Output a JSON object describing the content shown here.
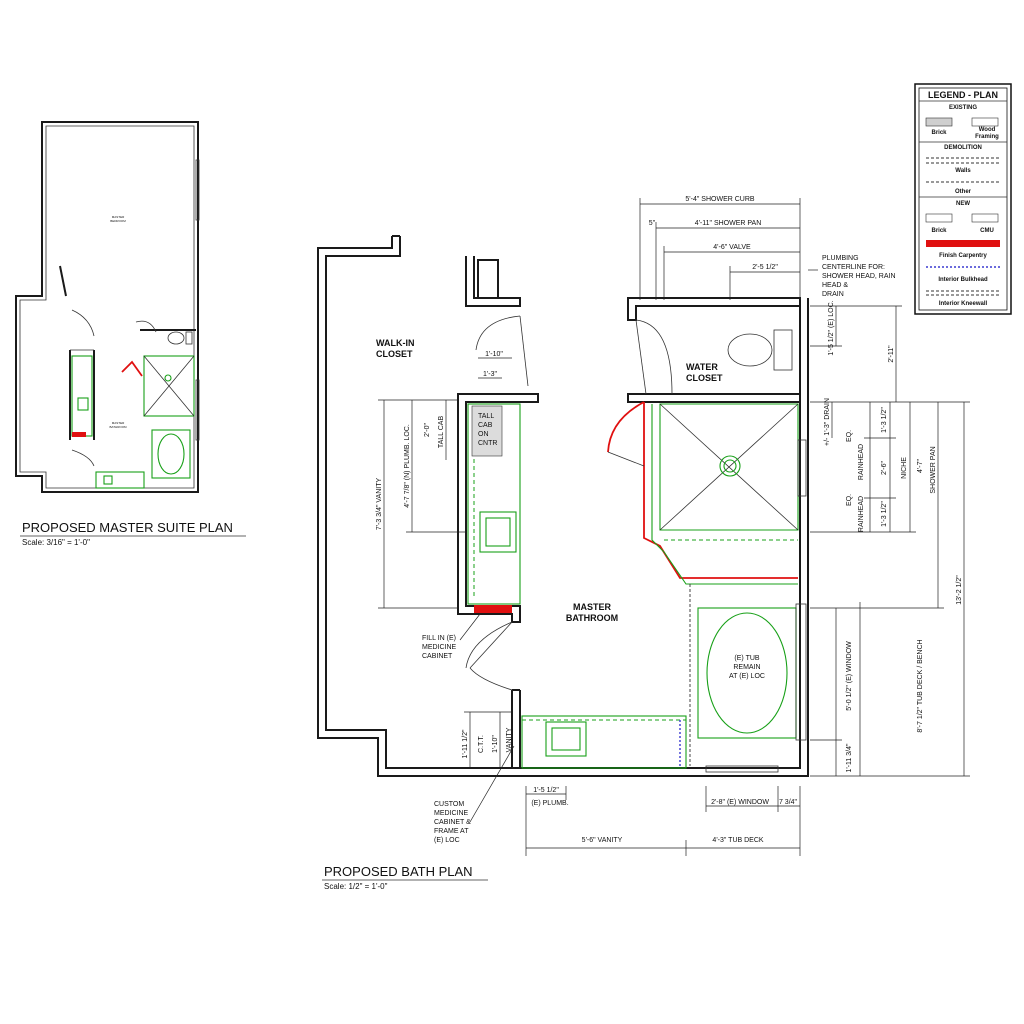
{
  "suite_plan": {
    "title": "PROPOSED MASTER SUITE PLAN",
    "scale": "Scale: 3/16\" = 1'-0\"",
    "room_master_bedroom": [
      "MASTER",
      "BEDROOM"
    ],
    "room_master_bathroom": [
      "MASTER",
      "BATHROOM"
    ]
  },
  "bath_plan": {
    "title": "PROPOSED BATH PLAN",
    "scale": "Scale: 1/2\" = 1'-0\"",
    "rooms": {
      "walk_in_closet": [
        "WALK-IN",
        "CLOSET"
      ],
      "water_closet": [
        "WATER",
        "CLOSET"
      ],
      "master_bathroom": [
        "MASTER",
        "BATHROOM"
      ]
    },
    "fixtures": {
      "tall_cab": [
        "TALL",
        "CAB",
        "ON",
        "CNTR"
      ],
      "tub": [
        "(E) TUB",
        "REMAIN",
        "AT (E) LOC"
      ]
    },
    "notes": {
      "plumbing": [
        "PLUMBING",
        "CENTERLINE FOR:",
        "SHOWER HEAD, RAIN",
        "HEAD &",
        "DRAIN"
      ],
      "fill_in": [
        "FILL IN (E)",
        "MEDICINE",
        "CABINET"
      ],
      "custom_medicine": [
        "CUSTOM",
        "MEDICINE",
        "CABINET &",
        "FRAME AT",
        "(E) LOC"
      ]
    },
    "dims_top": {
      "shower_curb": "5'-4\"  SHOWER CURB",
      "five": "5\"",
      "shower_pan": "4'-11\"  SHOWER PAN",
      "valve": "4'-6\"  VALVE",
      "two_five": "2'-5 1/2\""
    },
    "dims_closet": {
      "one_ten": "1'-10\"",
      "one_three": "1'-3\""
    },
    "dims_left": {
      "vanity": "7'-3 3/4\"  VANITY",
      "plumb_loc": "4'-7 7/8\"  (N) PLUMB. LOC.",
      "two_zero": "2'-0\"",
      "tall_cab": "TALL CAB"
    },
    "dims_bottom_left": {
      "one_eleven": "1'-11 1/2\"",
      "ctt": "C.T.T.",
      "one_ten": "1'-10\"",
      "vanity": "VANITY"
    },
    "dims_bottom": {
      "one_five": "1'-5 1/2\"",
      "e_plumb": "(E) PLUMB.",
      "vanity": "5'-6\"  VANITY",
      "window": "2'-8\"  (E) WINDOW",
      "seven": "7 3/4\"",
      "tub_deck": "4'-3\"  TUB DECK"
    },
    "dims_right": {
      "e_loc": "1'-5 1/2\"  (E) LOC.",
      "two_eleven": "2'-11\"",
      "drain": "+/- 1'-3\"  DRAIN",
      "eq1": "EQ.",
      "eq2": "EQ.",
      "one_three_a": "1'-3 1/2\"",
      "rainhead1": "RAINHEAD",
      "rainhead2": "RAINHEAD",
      "two_six": "2'-6\"",
      "one_three_b": "1'-3 1/2\"",
      "niche": "NICHE",
      "four_seven": "4'-7\"",
      "shower_pan": "SHOWER PAN",
      "thirteen": "13'-2 1/2\"",
      "tub_bench": "8'-7 1/2\"  TUB DECK / BENCH",
      "e_window": "5'-0 1/2\"  (E) WINDOW",
      "one_eleven": "1'-11 3/4\""
    }
  },
  "legend": {
    "title": "LEGEND - PLAN",
    "existing": "EXISTING",
    "brick": "Brick",
    "wood": [
      "Wood",
      "Framing"
    ],
    "demolition": "DEMOLITION",
    "walls": "Walls",
    "other": "Other",
    "new": "NEW",
    "brick_new": "Brick",
    "cmu": "CMU",
    "finish": "Finish Carpentry",
    "bulkhead": "Interior Bulkhead",
    "kneewall": "Interior Kneewall"
  },
  "colors": {
    "new_work": "#18a018",
    "finish_carpentry": "#e01010",
    "bulkhead": "#3a3ad0"
  }
}
